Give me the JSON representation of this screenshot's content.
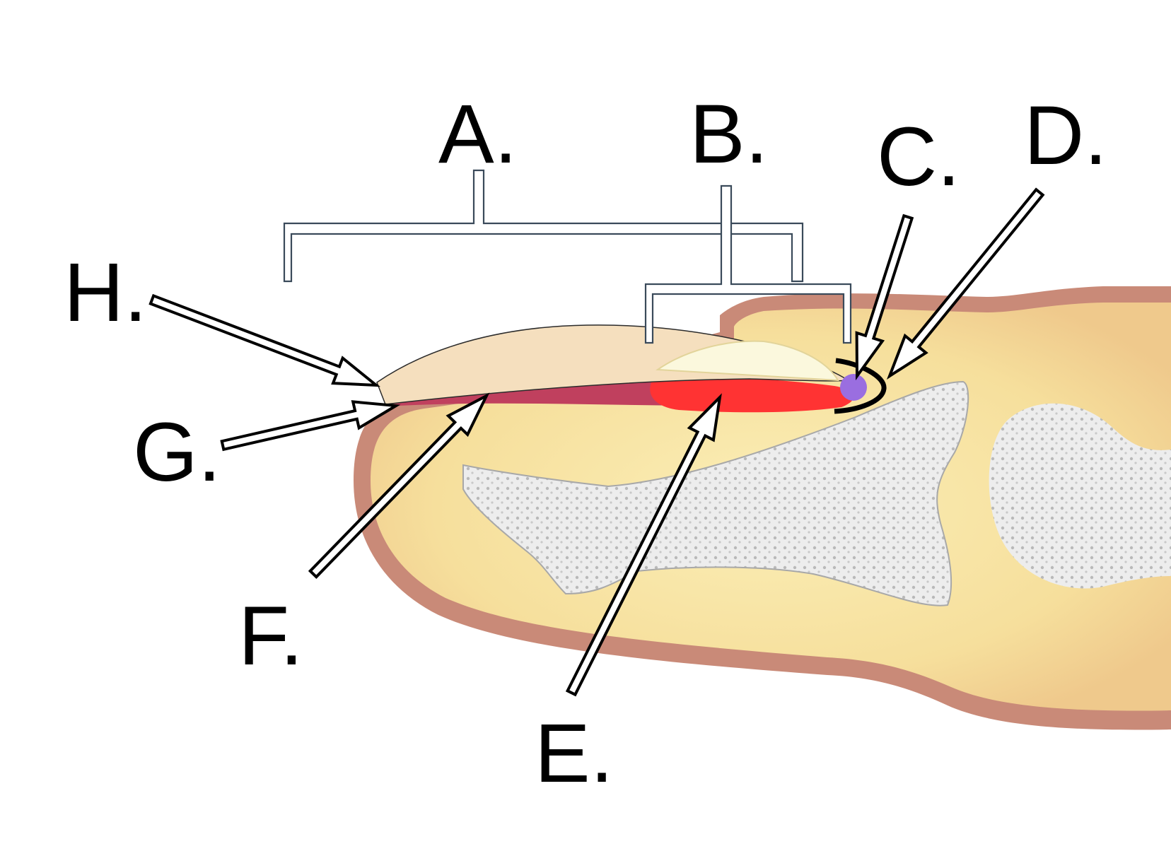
{
  "labels": {
    "a": "A.",
    "b": "B.",
    "c": "C.",
    "d": "D.",
    "e": "E.",
    "f": "F.",
    "g": "G.",
    "h": "H."
  },
  "colors": {
    "skin": "#c98a78",
    "flesh": "#f7e3a4",
    "bone": "#ececec",
    "nail_plate": "#f5dfbe",
    "lunula": "#fbf8dd",
    "matrix": "#ff3333",
    "nail_bed": "#c0405e",
    "cuticle_dot": "#9a6ee0"
  }
}
